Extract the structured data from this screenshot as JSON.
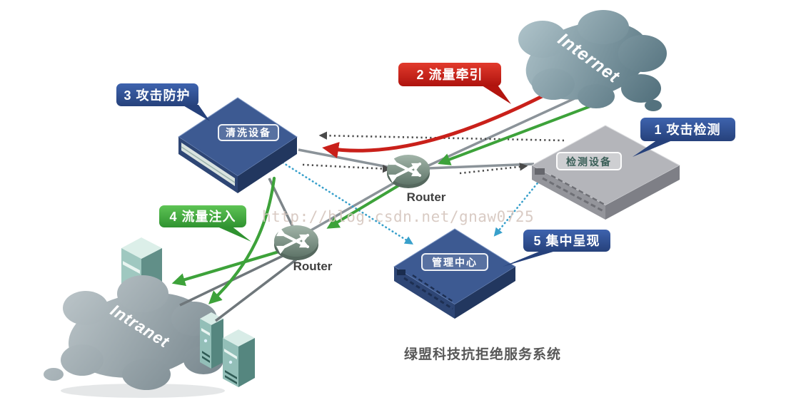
{
  "title": "绿盟科技抗拒绝服务系统",
  "watermark": "http://blog.csdn.net/gnaw0725",
  "nodes": {
    "internet": {
      "label": "Internet",
      "type": "cloud"
    },
    "intranet": {
      "label": "Intranet",
      "type": "cloud"
    },
    "cleaning_device": {
      "label": "清洗设备"
    },
    "detection_device": {
      "label": "检测设备"
    },
    "management_center": {
      "label": "管理中心"
    },
    "core_router": {
      "label": "Router"
    },
    "edge_router": {
      "label": "Router"
    }
  },
  "steps": [
    {
      "id": "1",
      "label": "1 攻击检测",
      "badge_color": "#2b4c97",
      "points_to": "detection_device"
    },
    {
      "id": "2",
      "label": "2 流量牵引",
      "badge_color": "#c9201a",
      "points_to": "diversion_arrow"
    },
    {
      "id": "3",
      "label": "3 攻击防护",
      "badge_color": "#2b4c97",
      "points_to": "cleaning_device"
    },
    {
      "id": "4",
      "label": "4 流量注入",
      "badge_color": "#3da23a",
      "points_to": "injection_arrow"
    },
    {
      "id": "5",
      "label": "5 集中呈现",
      "badge_color": "#2b4c97",
      "points_to": "management_center"
    }
  ],
  "flow_colors": {
    "attack_traffic_diversion": "#c9201a",
    "clean_traffic_injection": "#3da23a",
    "detection_signal": "#4a4a4a",
    "management_reporting": "#38a0cb",
    "network_link": "#8b9399"
  }
}
